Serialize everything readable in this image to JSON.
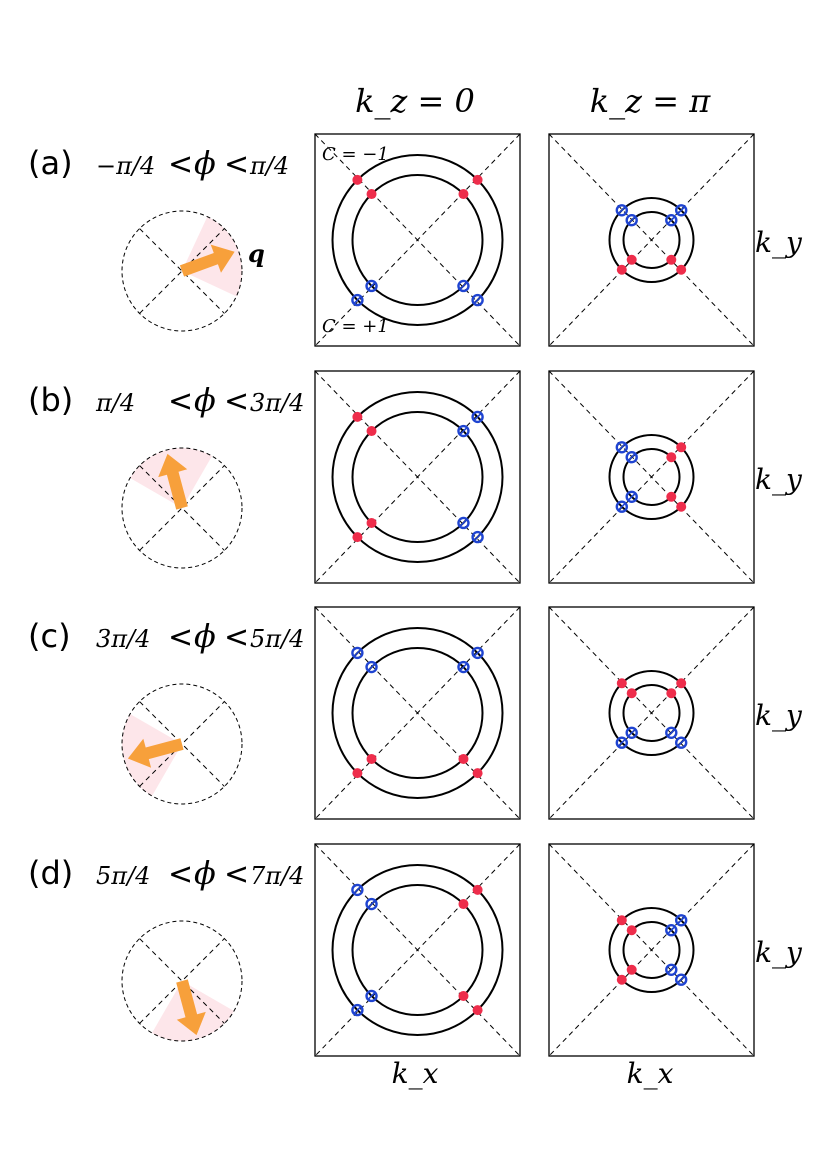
{
  "columns": {
    "kz0": "k_z = 0",
    "kzpi": "k_z = π"
  },
  "axes": {
    "kx": "k_x",
    "ky": "k_y"
  },
  "legend": {
    "negative": "C = −1",
    "positive": "C = +1",
    "negative_color": "#ee2d4b",
    "positive_color": "#1f44d1",
    "q_label": "q",
    "arrow_color": "#f7a03b",
    "sector_color": "#fde6ea"
  },
  "rows": [
    {
      "id": "a",
      "label": "(a)",
      "lower": "−π/4",
      "upper": "π/4",
      "arrow_angle_deg": 20,
      "kz0_points": {
        "upper": "neg",
        "lower": "pos"
      },
      "kzpi_points": {
        "upper": "pos",
        "lower": "neg"
      }
    },
    {
      "id": "b",
      "label": "(b)",
      "lower": "π/4",
      "upper": "3π/4",
      "arrow_angle_deg": 105,
      "kz0_points": {
        "left": "neg",
        "right": "pos"
      },
      "kzpi_points": {
        "left": "pos",
        "right": "neg"
      }
    },
    {
      "id": "c",
      "label": "(c)",
      "lower": "3π/4",
      "upper": "5π/4",
      "arrow_angle_deg": 195,
      "kz0_points": {
        "upper": "pos",
        "lower": "neg"
      },
      "kzpi_points": {
        "upper": "neg",
        "lower": "pos"
      }
    },
    {
      "id": "d",
      "label": "(d)",
      "lower": "5π/4",
      "upper": "7π/4",
      "arrow_angle_deg": 285,
      "kz0_points": {
        "left": "pos",
        "right": "neg"
      },
      "kzpi_points": {
        "left": "neg",
        "right": "pos"
      }
    }
  ]
}
